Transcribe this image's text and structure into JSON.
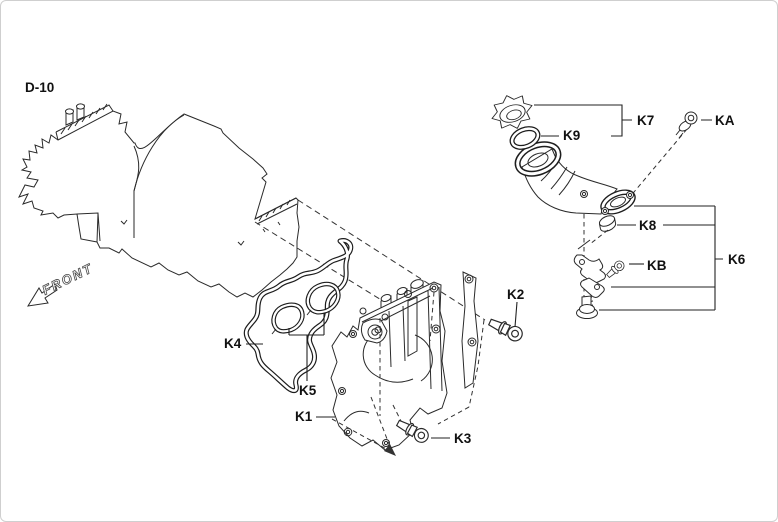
{
  "diagram": {
    "code": "D-10",
    "front_label": "FRONT",
    "part_labels": {
      "k1": "K1",
      "k2": "K2",
      "k3": "K3",
      "k4": "K4",
      "k5": "K5",
      "k6": "K6",
      "k7": "K7",
      "k8": "K8",
      "k9": "K9",
      "ka": "KA",
      "kb": "KB"
    },
    "colors": {
      "line": "#222222",
      "background": "#ffffff"
    }
  }
}
